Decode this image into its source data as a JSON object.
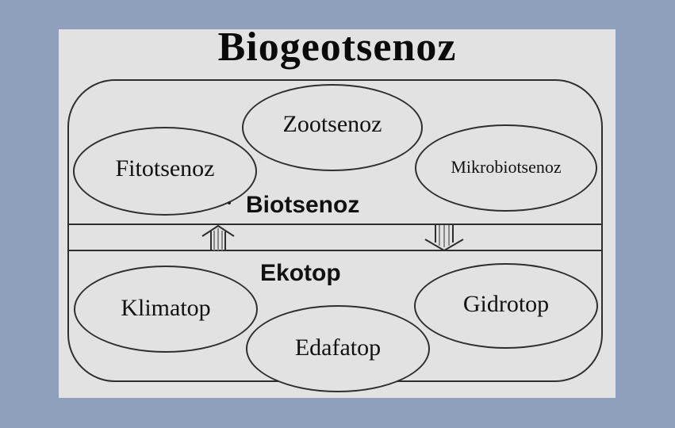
{
  "diagram": {
    "title": "Biogeotsenoz",
    "biotsenoz": {
      "label": "Biotsenoz",
      "components": [
        "Zootsenoz",
        "Fitotsenoz",
        "Mikrobiotsenoz"
      ]
    },
    "ekotop": {
      "label": "Ekotop",
      "components": [
        "Klimatop",
        "Gidrotop",
        "Edafatop"
      ]
    },
    "flows": [
      "up-arrow",
      "down-arrow"
    ]
  },
  "colors": {
    "background": "#8fa0bd",
    "panel": "#e2e2e2",
    "line": "#2e2e2e"
  }
}
